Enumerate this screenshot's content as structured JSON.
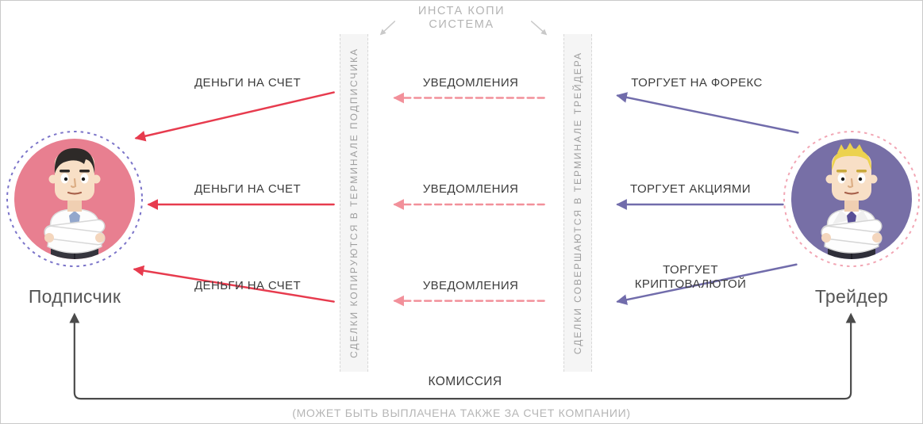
{
  "title": {
    "line1": "ИНСТА КОПИ",
    "line2": "СИСТЕМА"
  },
  "actors": {
    "subscriber": {
      "label": "Подписчик"
    },
    "trader": {
      "label": "Трейдер"
    }
  },
  "terminals": {
    "subscriber_bar": "СДЕЛКИ КОПИРУЮТСЯ В ТЕРМИНАЛЕ ПОДПИСЧИКА",
    "trader_bar": "СДЕЛКИ СОВЕРШАЮТСЯ В ТЕРМИНАЛЕ ТРЕЙДЕРА"
  },
  "rows": [
    {
      "money_label": "ДЕНЬГИ НА СЧЕТ",
      "notify_label": "УВЕДОМЛЕНИЯ",
      "trade_label": "ТОРГУЕТ НА ФОРЕКС"
    },
    {
      "money_label": "ДЕНЬГИ НА СЧЕТ",
      "notify_label": "УВЕДОМЛЕНИЯ",
      "trade_label": "ТОРГУЕТ АКЦИЯМИ"
    },
    {
      "money_label": "ДЕНЬГИ НА СЧЕТ",
      "notify_label": "УВЕДОМЛЕНИЯ",
      "trade_label": "ТОРГУЕТ КРИПТОВАЛЮТОЙ"
    }
  ],
  "commission": {
    "label": "КОМИССИЯ",
    "note": "(МОЖЕТ БЫТЬ ВЫПЛАЧЕНА ТАКЖЕ ЗА СЧЕТ КОМПАНИИ)"
  },
  "colors": {
    "money": "#e73b4e",
    "notify": "#f2909a",
    "trade": "#716cab",
    "commission": "#4b4b4b",
    "hint": "#c9c9c9",
    "muted-text": "#b5b5b5",
    "label-text": "#3c3c3c",
    "subscriber-fill": "#e87f90",
    "subscriber-ring": "#7b74c9",
    "trader-fill": "#776fa6",
    "trader-ring": "#f2a6b4"
  }
}
